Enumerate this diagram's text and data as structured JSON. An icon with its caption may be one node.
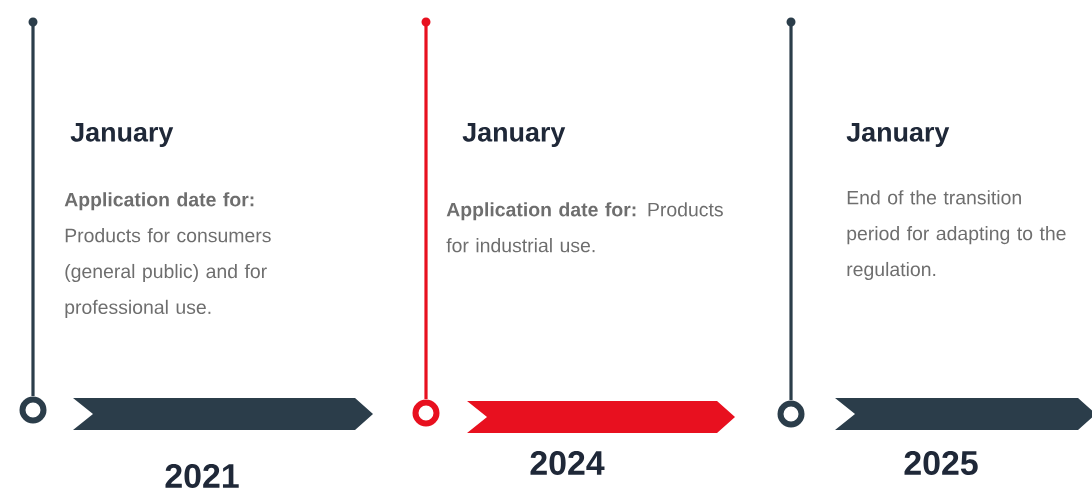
{
  "diagram": {
    "nodes": [
      {
        "text": [
          "January",
          "**Application date for:** Products for consumers (general public) and for professional use."
        ]
      },
      {
        "text": [
          "January",
          "**Application date for:** Products for industrial use."
        ]
      },
      {
        "text": [
          "January",
          "End of the transition period for adapting to the regulation."
        ]
      }
    ],
    "labels": [
      "2021",
      "2024",
      "2025"
    ]
  }
}
